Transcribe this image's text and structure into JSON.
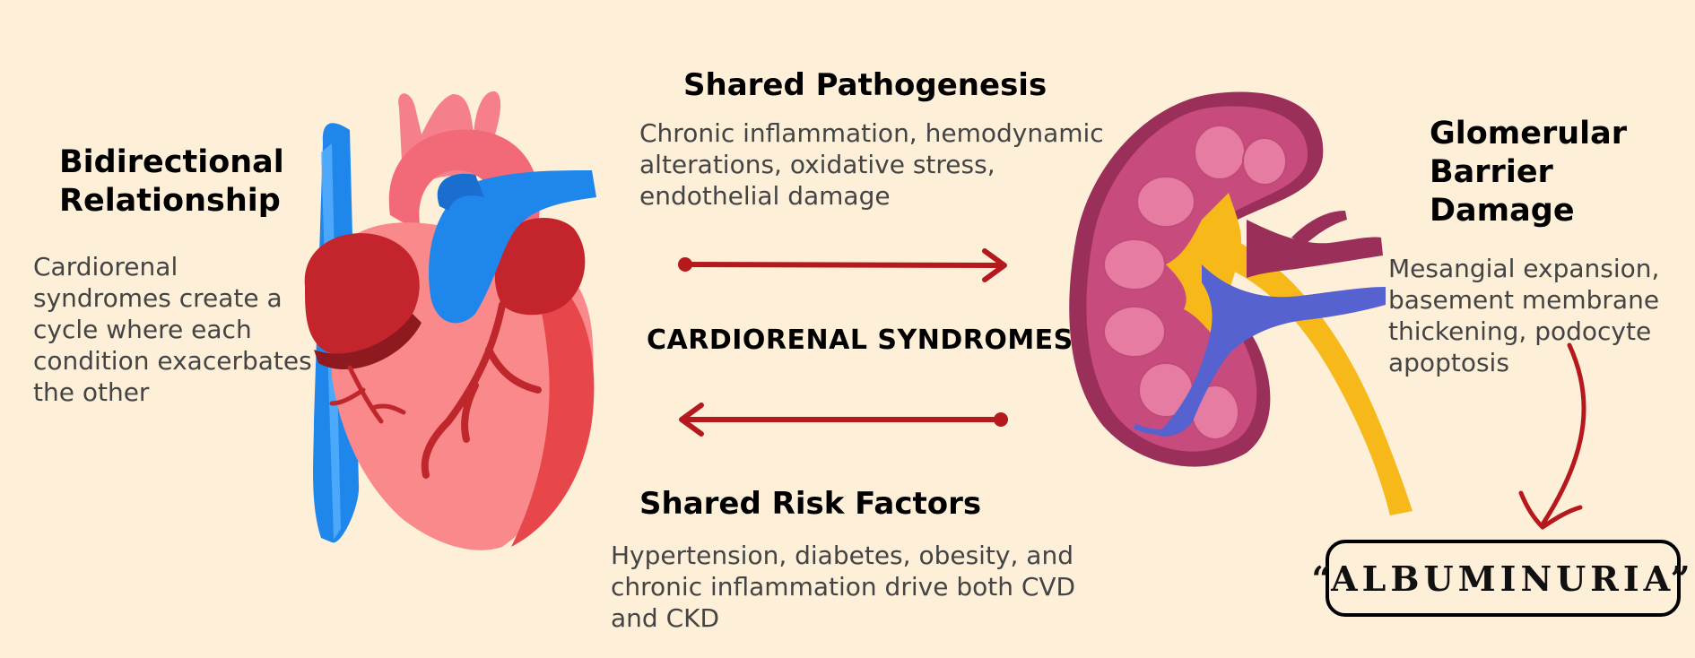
{
  "left": {
    "title_line1": "Bidirectional",
    "title_line2": "Relationship",
    "desc_lines": [
      "Cardiorenal",
      "syndromes create a",
      "cycle where each",
      "condition exacerbates",
      "the other"
    ]
  },
  "top_center": {
    "title": "Shared Pathogenesis",
    "desc_lines": [
      "Chronic inflammation, hemodynamic",
      "alterations, oxidative stress,",
      "endothelial damage"
    ]
  },
  "center": {
    "title": "CARDIORENAL SYNDROMES"
  },
  "bottom_center": {
    "title": "Shared Risk Factors",
    "desc_lines": [
      "Hypertension, diabetes, obesity, and",
      "chronic inflammation drive both CVD",
      "and CKD"
    ]
  },
  "right": {
    "title_lines": [
      "Glomerular",
      "Barrier",
      "Damage"
    ],
    "desc_lines": [
      "Mesangial expansion,",
      "basement membrane",
      "thickening, podocyte",
      "apoptosis"
    ]
  },
  "albuminuria": {
    "label": "“ALBUMINURIA”"
  },
  "icons": {
    "heart": "heart-illustration",
    "kidney": "kidney-illustration"
  },
  "colors": {
    "background": "#fdefd8",
    "arrow": "#b5191d",
    "heart_red": "#f26a6e",
    "heart_dark": "#c0272d",
    "vessel_blue": "#1f7fe0",
    "kidney_pink": "#c84b7d",
    "kidney_dark": "#9a2f5a",
    "ureter_yellow": "#f7b819",
    "vein_blue": "#5562d0"
  }
}
